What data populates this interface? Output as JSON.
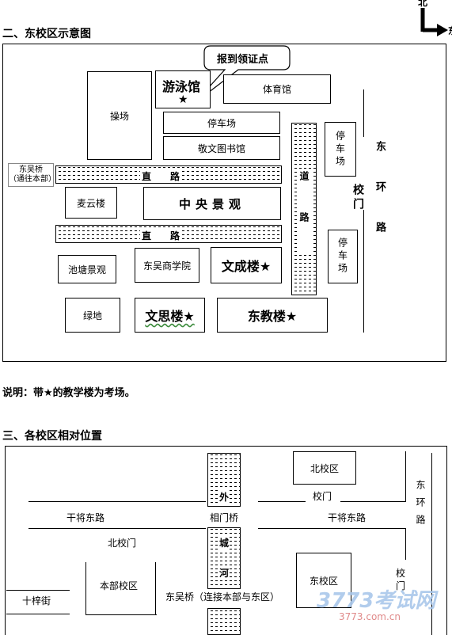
{
  "section2_title": "二、东校区示意图",
  "compass": {
    "north": "北",
    "east": "东"
  },
  "callout": "报到领证点",
  "map1": {
    "swimming": "游泳馆",
    "swimming_star": "★",
    "gym": "体育馆",
    "playground": "操场",
    "parking_top": "停车场",
    "library": "敬文图书馆",
    "dongwu_bridge": "东吴桥",
    "dongwu_bridge_note": "（通往本部）",
    "road1": "直　　路",
    "road2": "直　　路",
    "road_vertical": "道路",
    "maiyun": "麦云楼",
    "central": "中央景观",
    "pond": "池塘景观",
    "business": "东吴商学院",
    "wencheng": "文成楼★",
    "greenland": "绿地",
    "wensi": "文思楼★",
    "dongjiao": "东教楼★",
    "parking_right_1": "停车场",
    "parking_right_2": "停车场",
    "gate": "校门",
    "east_ring_road": "东环路"
  },
  "note": "说明：带★的教学楼为考场。",
  "section3_title": "三、各校区相对位置",
  "map2": {
    "north_campus": "北校区",
    "gate1": "校门",
    "ganjiang_left": "干将东路",
    "ganjiang_right": "干将东路",
    "outer_river_top": "外",
    "xiangmen_bridge": "相门桥",
    "north_gate": "北校门",
    "river_1": "城",
    "river_2": "河",
    "main_campus": "本部校区",
    "east_campus": "东校区",
    "shizijie": "十梓街",
    "dongwu_bridge": "东吴桥（连接本部与东区）",
    "east_ring_road": "东环路",
    "gate2": "校门"
  },
  "watermark": {
    "brand": "3773考试网",
    "url": "3773.com.cn"
  }
}
